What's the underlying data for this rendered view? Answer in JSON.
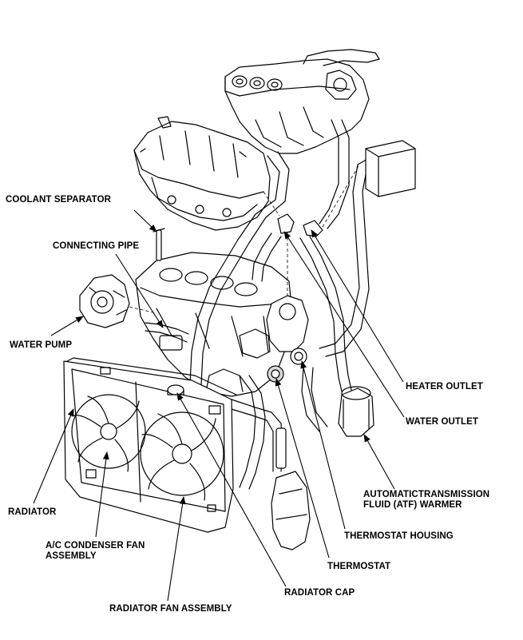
{
  "labels": {
    "coolant_separator": "COOLANT SEPARATOR",
    "connecting_pipe": "CONNECTING PIPE",
    "water_pump": "WATER PUMP",
    "radiator": "RADIATOR",
    "ac_condenser_fan_line1": "A/C CONDENSER FAN",
    "ac_condenser_fan_line2": "ASSEMBLY",
    "radiator_fan_assembly": "RADIATOR FAN ASSEMBLY",
    "radiator_cap": "RADIATOR CAP",
    "thermostat": "THERMOSTAT",
    "thermostat_housing": "THERMOSTAT HOUSING",
    "atf_warmer_line1": "AUTOMATICTRANSMISSION",
    "atf_warmer_line2": "FLUID (ATF) WARMER",
    "water_outlet": "WATER OUTLET",
    "heater_outlet": "HEATER OUTLET"
  },
  "colors": {
    "ink": "#000000",
    "paper": "#ffffff",
    "shade": "#d9d9d9"
  }
}
